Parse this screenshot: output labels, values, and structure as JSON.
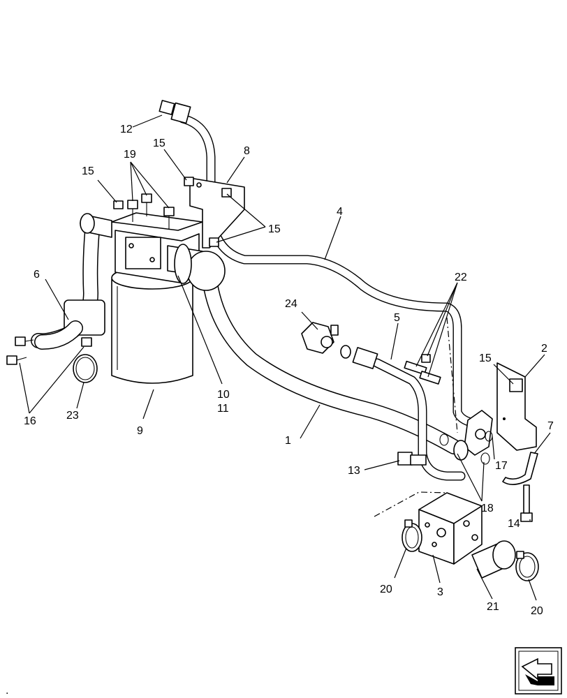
{
  "callouts": {
    "c1": "1",
    "c2": "2",
    "c3": "3",
    "c4": "4",
    "c5": "5",
    "c6": "6",
    "c7": "7",
    "c8": "8",
    "c9": "9",
    "c10": "10",
    "c11": "11",
    "c12": "12",
    "c13": "13",
    "c14": "14",
    "c15a": "15",
    "c15b": "15",
    "c15c": "15",
    "c15d": "15",
    "c16": "16",
    "c17": "17",
    "c18": "18",
    "c19": "19",
    "c20a": "20",
    "c20b": "20",
    "c21": "21",
    "c22": "22",
    "c23": "23",
    "c24": "24"
  },
  "corner_mark": ".",
  "nav_icon": "next-page-arrow-icon"
}
